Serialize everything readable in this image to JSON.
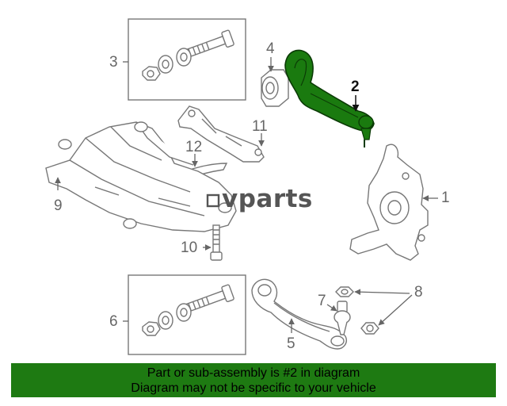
{
  "diagram": {
    "brand": "vparts",
    "highlighted_part": "2",
    "highlight_color": "#1a7a0f",
    "callouts": {
      "c1": "1",
      "c2": "2",
      "c3": "3",
      "c4": "4",
      "c5": "5",
      "c6": "6",
      "c7": "7",
      "c8": "8",
      "c9": "9",
      "c10": "10",
      "c11": "11",
      "c12": "12"
    }
  },
  "banner": {
    "line1": "Part or sub-assembly is #2 in diagram",
    "line2": "Diagram may not be specific to your vehicle",
    "background": "#1e7a12"
  }
}
